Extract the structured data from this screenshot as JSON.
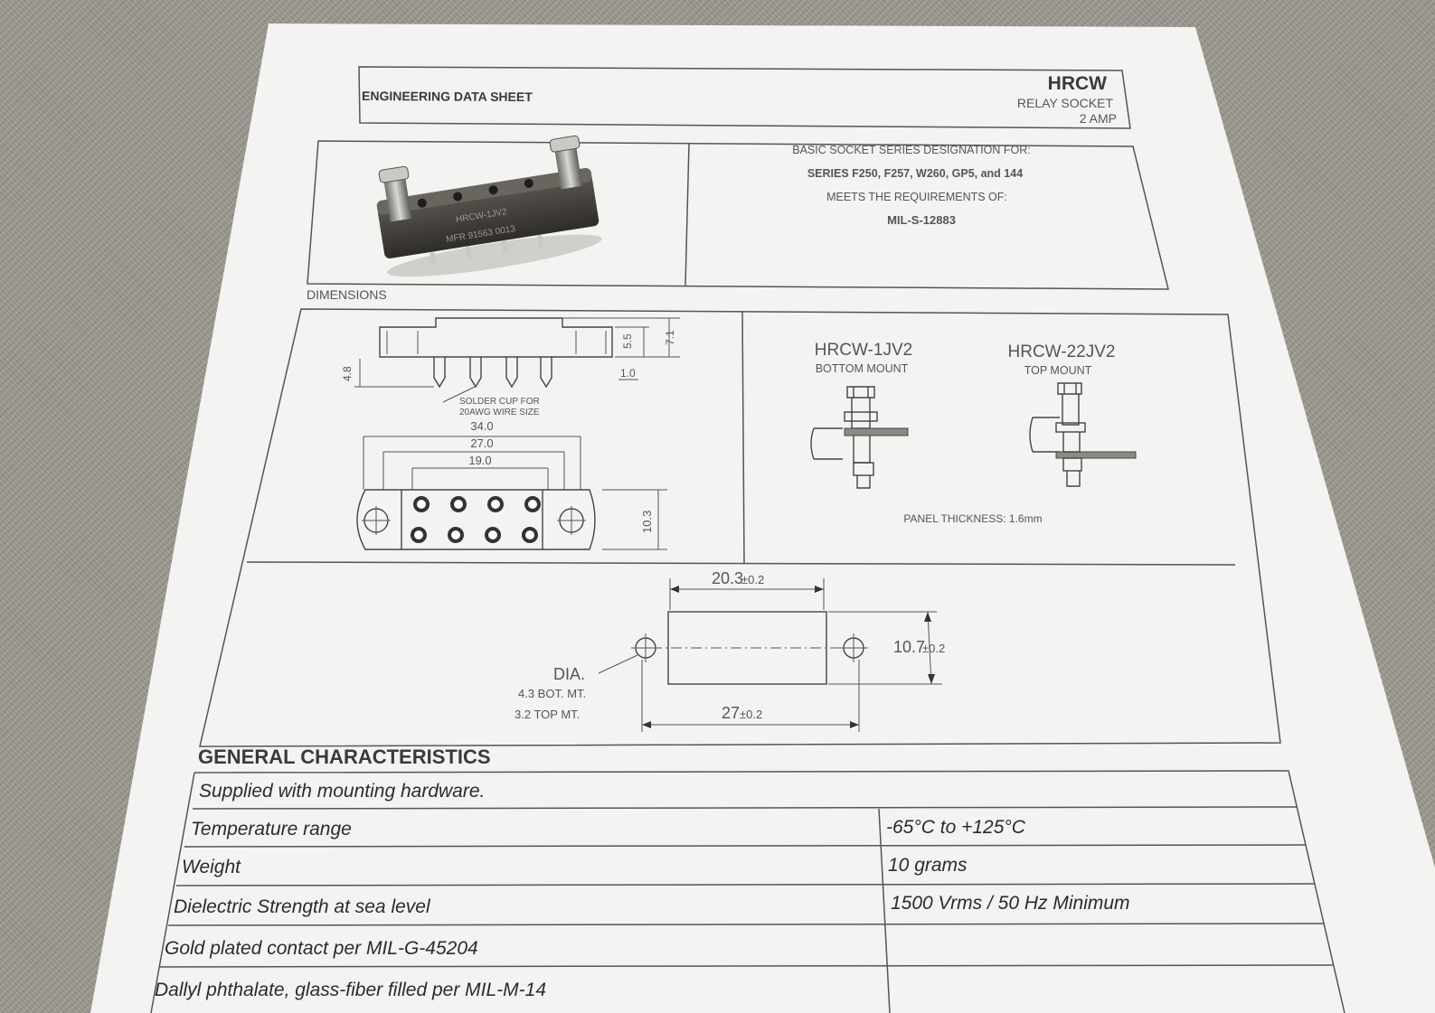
{
  "header": {
    "left_title": "ENGINEERING DATA SHEET",
    "model": "HRCW",
    "product": "RELAY SOCKET",
    "rating": "2 AMP"
  },
  "designation": {
    "line1": "BASIC SOCKET SERIES DESIGNATION FOR:",
    "line2": "SERIES F250, F257, W260, GP5, and 144",
    "line3": "MEETS THE REQUIREMENTS OF:",
    "line4": "MIL-S-12883"
  },
  "photo": {
    "marking1": "HRCW-1JV2",
    "marking2": "MFR 91563 0013"
  },
  "dimensions_label": "DIMENSIONS",
  "side_view": {
    "dim_height_total": "7.1",
    "dim_height_body": "5.5",
    "dim_pin": "1.0",
    "dim_pin_length": "4.8",
    "solder_note1": "SOLDER CUP FOR",
    "solder_note2": "20AWG WIRE SIZE"
  },
  "top_view": {
    "dim_overall": "34.0",
    "dim_holes": "27.0",
    "dim_body": "19.0",
    "dim_width": "10.3"
  },
  "mounts": {
    "left_model": "HRCW-1JV2",
    "left_desc": "BOTTOM MOUNT",
    "right_model": "HRCW-22JV2",
    "right_desc": "TOP MOUNT",
    "panel_note": "PANEL THICKNESS: 1.6mm"
  },
  "cutout": {
    "dim_width": "20.3",
    "dim_width_tol": "±0.2",
    "dim_height": "10.7",
    "dim_height_tol": "±0.2",
    "dim_holes": "27",
    "dim_holes_tol": "±0.2",
    "dia_label": "DIA.",
    "dia_bottom": "4.3 BOT. MT.",
    "dia_top": "3.2 TOP MT."
  },
  "general": {
    "title": "GENERAL CHARACTERISTICS",
    "rows": [
      {
        "label": "Supplied with mounting hardware.",
        "value": ""
      },
      {
        "label": "Temperature range",
        "value": "-65°C to +125°C"
      },
      {
        "label": "Weight",
        "value": "10 grams"
      },
      {
        "label": "Dielectric Strength at sea level",
        "value": "1500 Vrms / 50 Hz Minimum"
      },
      {
        "label": "Gold plated contact per MIL-G-45204",
        "value": ""
      },
      {
        "label": "Dallyl phthalate, glass-fiber filled per MIL-M-14",
        "value": ""
      }
    ]
  }
}
